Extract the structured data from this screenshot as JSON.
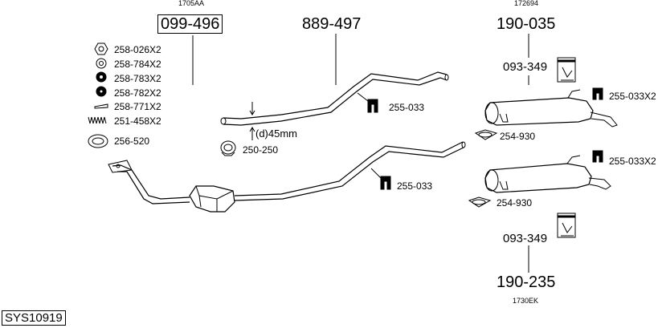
{
  "labels": {
    "ref_1705aa": "1705AA",
    "main_part": "099-496",
    "front_part": "889-497",
    "ref_172694": "172694",
    "rear_top_part": "190-035",
    "clamp_top": "093-349",
    "clamp_bottom": "093-349",
    "rear_bottom_part": "190-235",
    "ref_1730ek": "1730EK",
    "system_code": "SYS10919",
    "diameter": "(d)45mm"
  },
  "fitting_parts": [
    "258-026X2",
    "258-784X2",
    "258-783X2",
    "258-782X2",
    "258-771X2",
    "251-458X2",
    "256-520"
  ],
  "part_labels": {
    "clamp_250": "250-250",
    "hanger_mid_top": "255-033",
    "hanger_mid_bottom": "255-033",
    "hanger_rear_top": "255-033X2",
    "hanger_rear_bottom": "255-033X2",
    "gasket_top": "254-930",
    "gasket_bottom": "254-930"
  }
}
